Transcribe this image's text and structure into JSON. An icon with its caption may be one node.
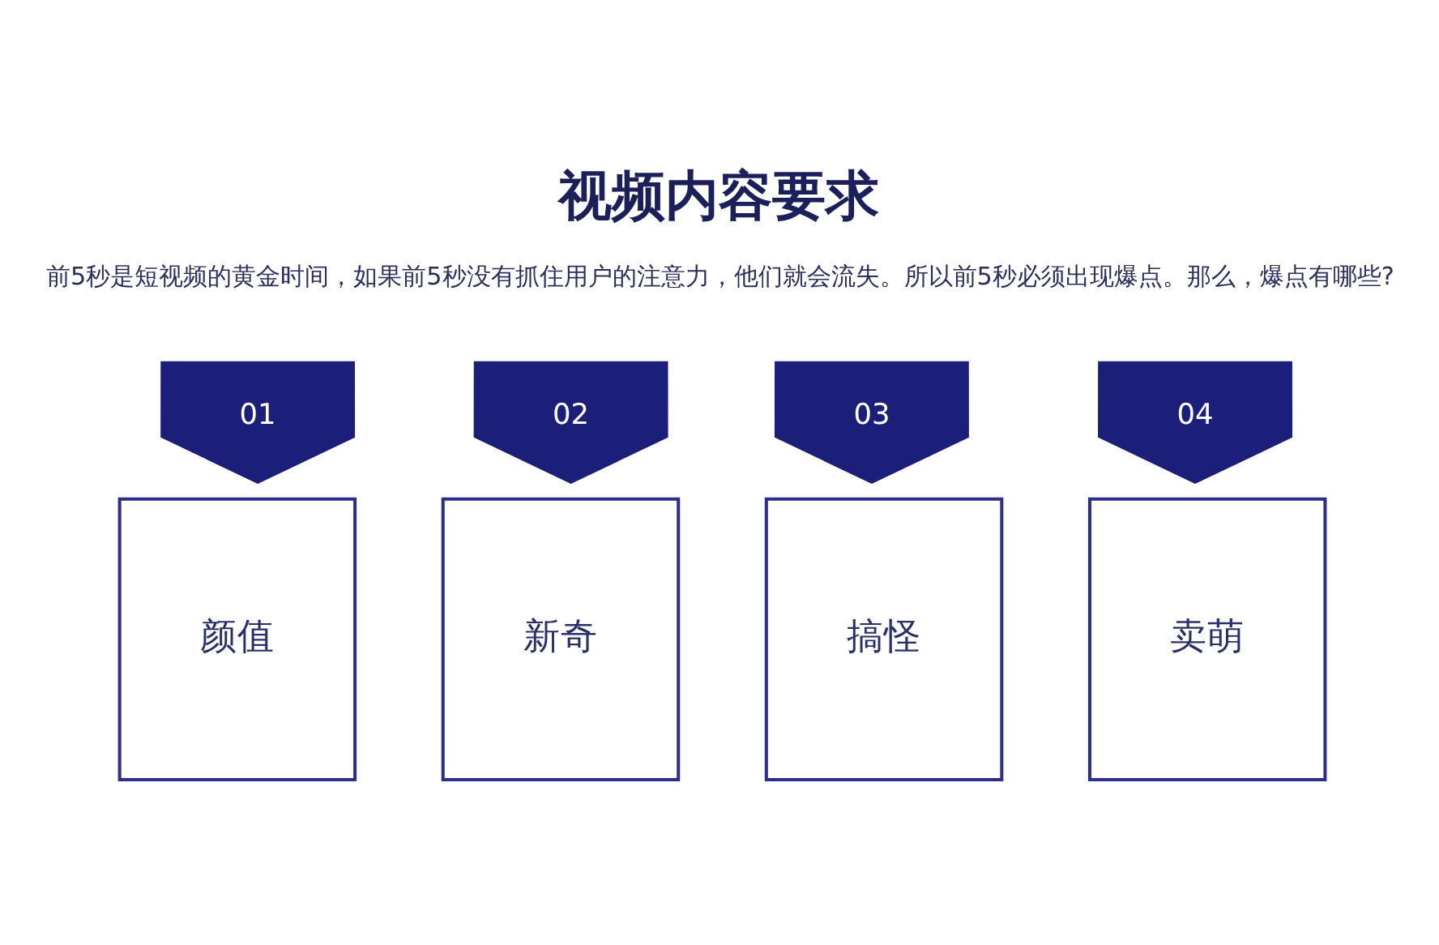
{
  "diagram": {
    "title": "视频内容要求",
    "nodes": [
      {
        "text": [
          "01"
        ]
      },
      {
        "text": [
          "颜值"
        ]
      },
      {
        "text": [
          "02"
        ]
      },
      {
        "text": [
          "新奇"
        ]
      },
      {
        "text": [
          "03"
        ]
      },
      {
        "text": [
          "搞怪"
        ]
      },
      {
        "text": [
          "04"
        ]
      },
      {
        "text": [
          "卖萌"
        ]
      }
    ],
    "edges": [],
    "labels": [
      "前5秒是短视频的黄金时间，如果前5秒没有抓住用户的注意力，他们就会流失。所以前5秒必须出现爆点。那么，爆点有哪些?"
    ]
  }
}
